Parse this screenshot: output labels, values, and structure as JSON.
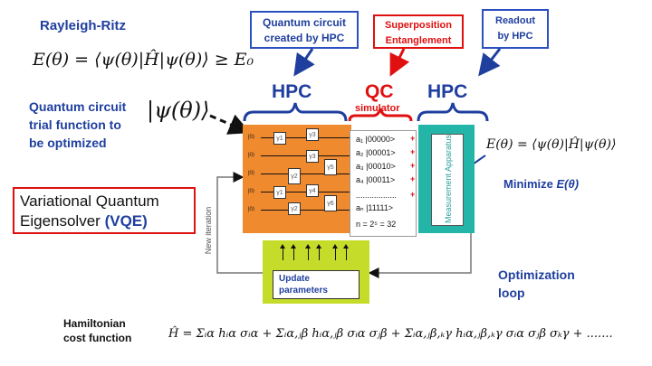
{
  "title": "Rayleigh-Ritz",
  "formula_rayleigh_ritz": "E(θ) = ⟨ψ(θ)|Ĥ|ψ(θ)⟩ ≥ E₀",
  "left_label": [
    "Quantum circuit",
    "trial function to",
    "be optimized"
  ],
  "ket_label": "|ψ(θ)⟩",
  "callouts": {
    "circuit": [
      "Quantum circuit",
      "created by HPC"
    ],
    "superposition": [
      "Superposition",
      "Entanglement"
    ],
    "readout": [
      "Readout",
      "by HPC"
    ]
  },
  "stage_labels": {
    "hpc_left": "HPC",
    "qc": "QC",
    "simulator": "simulator",
    "hpc_right": "HPC"
  },
  "circuit": {
    "ket_zero": "|0⟩",
    "gate_label": "γ",
    "gates": [
      "γ1",
      "γ2",
      "γ3",
      "γ4",
      "γ5",
      "γ6",
      "γ1",
      "γ2",
      "γ3"
    ]
  },
  "simulator_rows": [
    "a₁ |00000>",
    "a₂ |00001>",
    "a₃ |00010>",
    "a₄ |00011>",
    "..................",
    "aₙ |11111>",
    "n = 2⁵ = 32"
  ],
  "simulator_plus": "+",
  "measurement": "Measurement Apparatus",
  "energy_formula": "E(θ) = ⟨ψ(θ)|Ĥ|ψ(θ)⟩",
  "minimize_prefix": "Minimize ",
  "minimize_target": "E(θ)",
  "vqe": {
    "line1": "Variational Quantum",
    "line2_prefix": "Eigensolver ",
    "line2_accent": "(VQE)"
  },
  "new_iteration": "New iteration",
  "update": [
    "Update",
    "parameters"
  ],
  "optimization_loop": [
    "Optimization",
    "loop"
  ],
  "hamiltonian_label": [
    "Hamiltonian",
    "cost function"
  ],
  "hamiltonian_formula": "Ĥ = Σᵢα hᵢα σᵢα + Σᵢα,ⱼβ hᵢα,ⱼβ σᵢα σⱼβ + Σᵢα,ⱼβ,ₖγ hᵢα,ⱼβ,ₖγ σᵢα σⱼβ σₖγ + .......",
  "colors": {
    "blue": "#1f3f9f",
    "red": "#e01010",
    "orange": "#f08a2e",
    "teal": "#22b5a8",
    "lime": "#c6dc2a"
  }
}
